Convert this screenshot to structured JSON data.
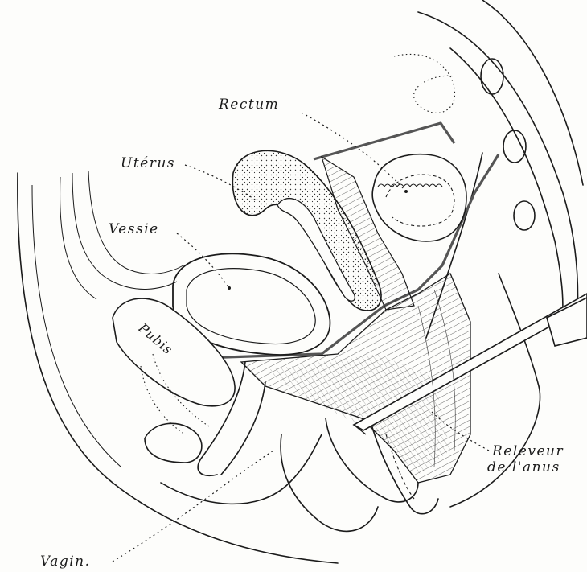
{
  "labels": {
    "rectum": "Rectum",
    "uterus": "Utérus",
    "vessie": "Vessie",
    "pubis": "Pubis",
    "releveur_line1": "Releveur",
    "releveur_line2": "de l'anus",
    "vagin": "Vagin."
  },
  "colors": {
    "ink": "#1b1b1b",
    "paper": "#fdfdfb",
    "cut_line": "#555555"
  }
}
